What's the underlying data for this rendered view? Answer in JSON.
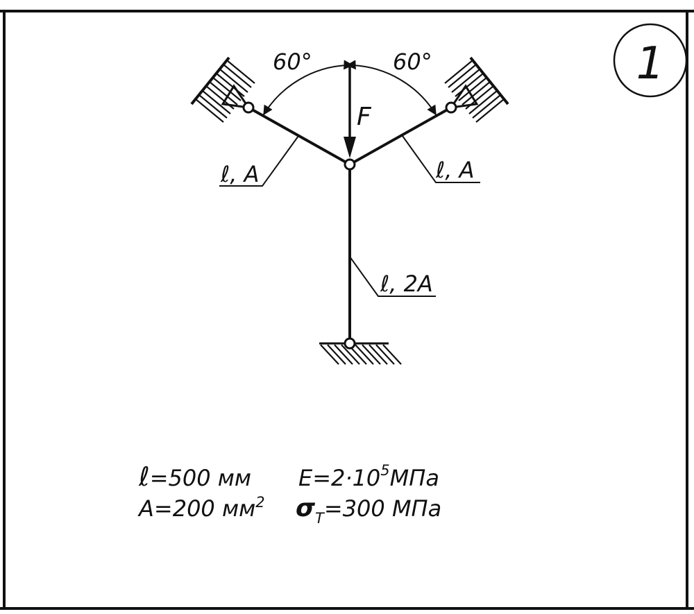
{
  "figure_number": "1",
  "angles": {
    "left": "60°",
    "right": "60°"
  },
  "force_label": "F",
  "members": {
    "left": "ℓ, A",
    "right": "ℓ, A",
    "vertical": "ℓ, 2A"
  },
  "parameters": {
    "l": {
      "symbol": "ℓ",
      "text": "=500 мм"
    },
    "A": {
      "prefix": "A=200 мм",
      "sup": "2"
    },
    "E": {
      "prefix": "E=2·10",
      "sup": "5",
      "suffix": "МПа"
    },
    "sigma": {
      "symbol": "σ",
      "sub": "T",
      "text": "=300 МПа"
    }
  }
}
